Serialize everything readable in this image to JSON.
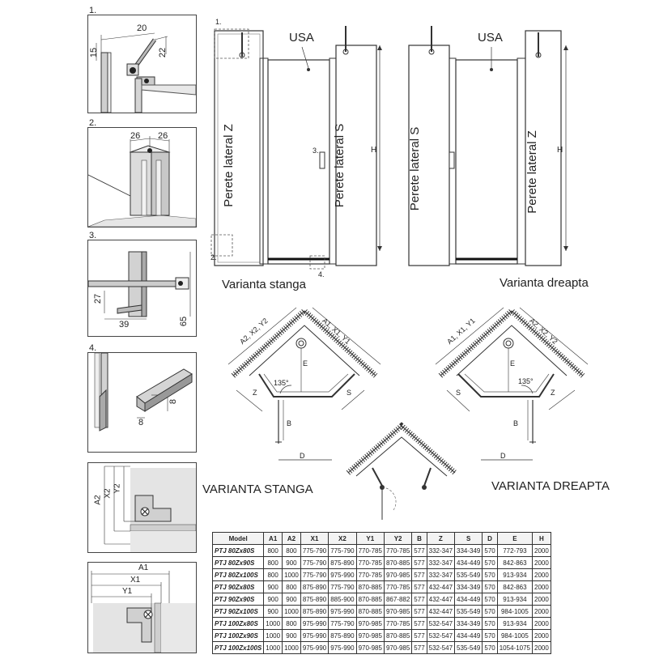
{
  "details": [
    {
      "number": "1.",
      "dims": [
        "20",
        "15",
        "22"
      ]
    },
    {
      "number": "2.",
      "dims": [
        "26",
        "26"
      ]
    },
    {
      "number": "3.",
      "dims": [
        "27",
        "39",
        "65"
      ]
    },
    {
      "number": "4.",
      "dims": [
        "8",
        "8"
      ]
    }
  ],
  "detail_a2": {
    "labels": [
      "A2",
      "X2",
      "Y2"
    ]
  },
  "detail_a1": {
    "labels": [
      "A1",
      "X1",
      "Y1"
    ]
  },
  "elevation": {
    "door_label": "USA",
    "left_wall_z": "Perete lateral Z",
    "right_wall_s": "Perete lateral S",
    "mirror_wall_s": "Perete lateral S",
    "mirror_wall_z": "Perete lateral Z",
    "height_label": "H",
    "callouts": [
      "1.",
      "2.",
      "3.",
      "4."
    ],
    "variant_left": "Varianta stanga",
    "variant_right": "Varianta dreapta"
  },
  "plan": {
    "left_dims_a": "A2, X2, Y2",
    "left_dims_b": "A1, X1, Y1",
    "right_dims_a": "A1, X1, Y1",
    "right_dims_b": "A2, X2, Y2",
    "z": "Z",
    "s": "S",
    "e": "E",
    "b": "B",
    "d": "D",
    "angle": "135°",
    "variant_left": "VARIANTA STANGA",
    "variant_right": "VARIANTA DREAPTA"
  },
  "table": {
    "headers": [
      "Model",
      "A1",
      "A2",
      "X1",
      "X2",
      "Y1",
      "Y2",
      "B",
      "Z",
      "S",
      "D",
      "E",
      "H"
    ],
    "rows": [
      [
        "PTJ 80Zx80S",
        "800",
        "800",
        "775-790",
        "775-790",
        "770-785",
        "770-785",
        "577",
        "332-347",
        "334-349",
        "570",
        "772-793",
        "2000"
      ],
      [
        "PTJ 80Zx90S",
        "800",
        "900",
        "775-790",
        "875-890",
        "770-785",
        "870-885",
        "577",
        "332-347",
        "434-449",
        "570",
        "842-863",
        "2000"
      ],
      [
        "PTJ 80Zx100S",
        "800",
        "1000",
        "775-790",
        "975-990",
        "770-785",
        "970-985",
        "577",
        "332-347",
        "535-549",
        "570",
        "913-934",
        "2000"
      ],
      [
        "PTJ 90Zx80S",
        "900",
        "800",
        "875-890",
        "775-790",
        "870-885",
        "770-785",
        "577",
        "432-447",
        "334-349",
        "570",
        "842-863",
        "2000"
      ],
      [
        "PTJ 90Zx90S",
        "900",
        "900",
        "875-890",
        "885-900",
        "870-885",
        "867-882",
        "577",
        "432-447",
        "434-449",
        "570",
        "913-934",
        "2000"
      ],
      [
        "PTJ 90Zx100S",
        "900",
        "1000",
        "875-890",
        "975-990",
        "870-885",
        "970-985",
        "577",
        "432-447",
        "535-549",
        "570",
        "984-1005",
        "2000"
      ],
      [
        "PTJ 100Zx80S",
        "1000",
        "800",
        "975-990",
        "775-790",
        "970-985",
        "770-785",
        "577",
        "532-547",
        "334-349",
        "570",
        "913-934",
        "2000"
      ],
      [
        "PTJ 100Zx90S",
        "1000",
        "900",
        "975-990",
        "875-890",
        "970-985",
        "870-885",
        "577",
        "532-547",
        "434-449",
        "570",
        "984-1005",
        "2000"
      ],
      [
        "PTJ 100Zx100S",
        "1000",
        "1000",
        "975-990",
        "975-990",
        "970-985",
        "970-985",
        "577",
        "532-547",
        "535-549",
        "570",
        "1054-1075",
        "2000"
      ]
    ]
  }
}
